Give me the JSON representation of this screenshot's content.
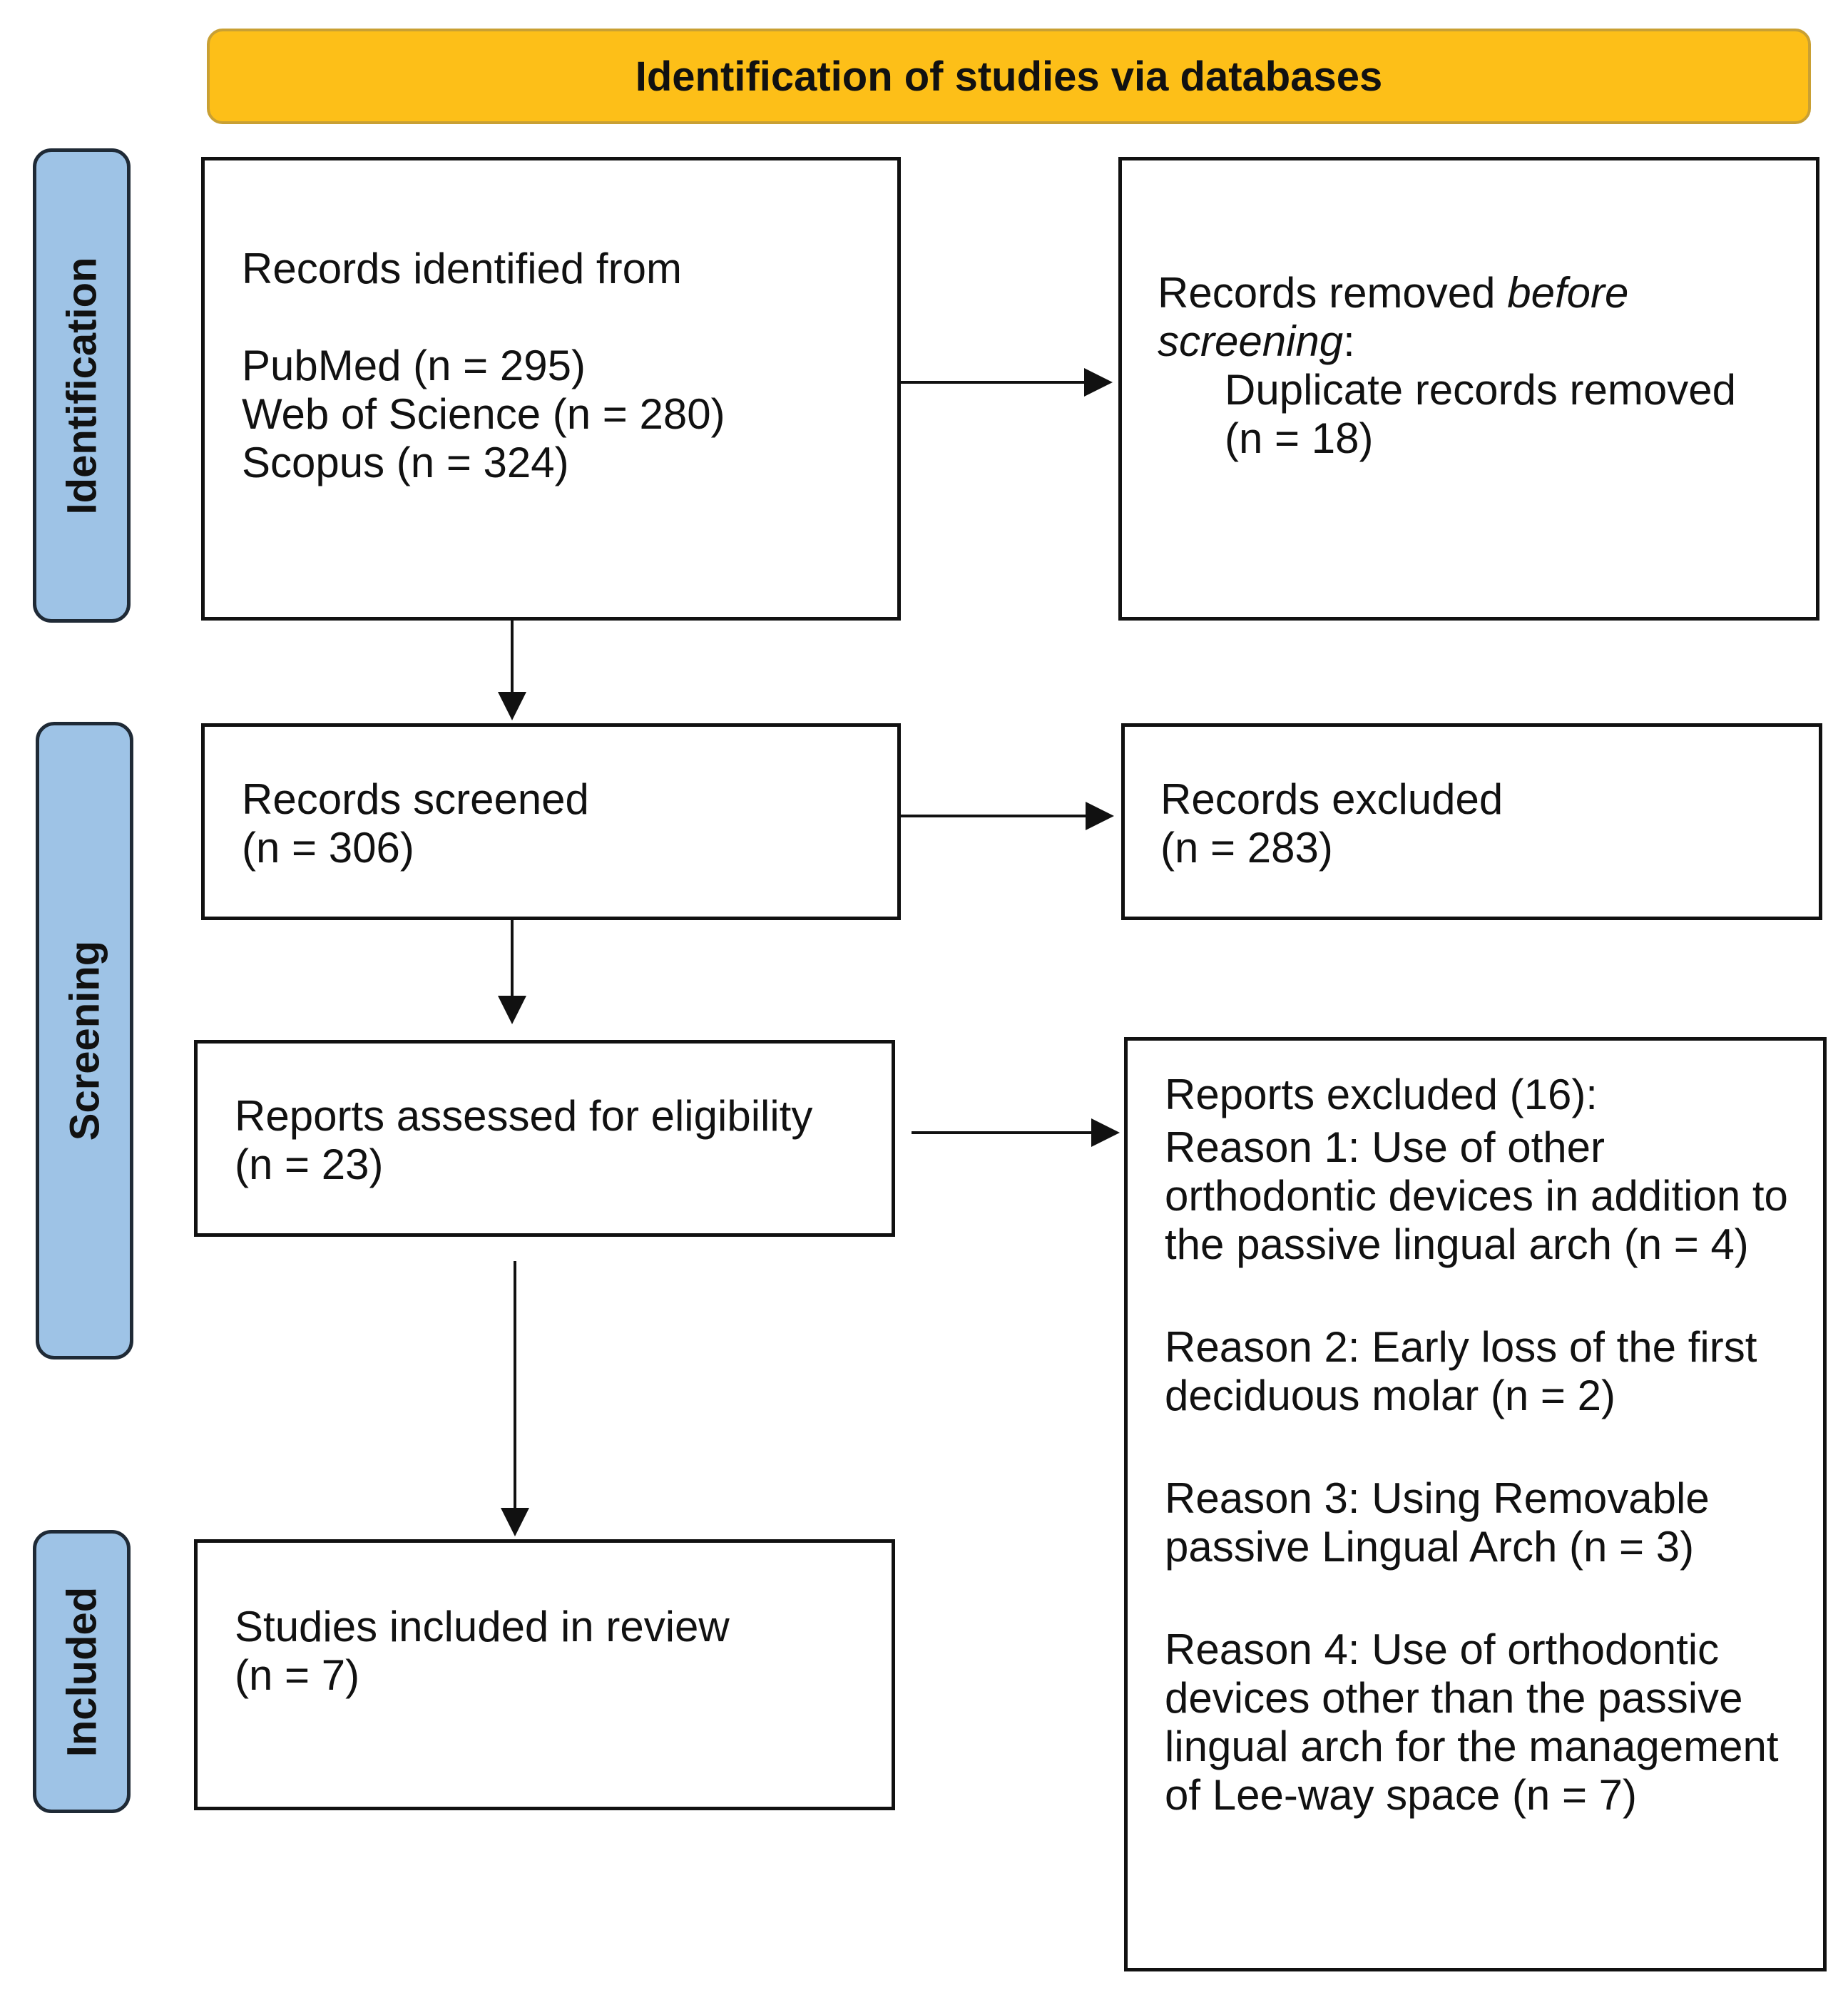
{
  "header": {
    "title": "Identification of studies via databases"
  },
  "phases": {
    "identification": "Identification",
    "screening": "Screening",
    "included": "Included"
  },
  "identified": {
    "heading": "Records identified from",
    "sources": [
      "PubMed (n = 295)",
      "Web of Science (n = 280)",
      "Scopus (n = 324)"
    ]
  },
  "removed": {
    "lead": "Records removed ",
    "lead_italic": "before screening",
    "lead_colon": ":",
    "detail_1": "Duplicate records removed",
    "detail_2": "(n = 18)"
  },
  "screened": {
    "label": "Records screened",
    "count": "(n = 306)"
  },
  "excluded": {
    "label": "Records excluded",
    "count": "(n = 283)"
  },
  "assessed": {
    "label": "Reports assessed for eligibility",
    "count": "(n = 23)"
  },
  "reports_excluded": {
    "heading": "Reports excluded (16):",
    "reason_1": "Reason 1: Use of other orthodontic devices in addition to the passive lingual arch (n = 4)",
    "reason_2": "Reason 2: Early loss of the first deciduous molar (n = 2)",
    "reason_3": "Reason 3: Using Removable passive Lingual Arch (n = 3)",
    "reason_4": "Reason 4: Use of orthodontic devices other than the passive lingual arch for the management of Lee-way space (n = 7)"
  },
  "included": {
    "label": "Studies included in review",
    "count": "(n = 7)"
  },
  "colors": {
    "header": "#FDBF18",
    "phase": "#9EC3E6",
    "line": "#111111"
  }
}
